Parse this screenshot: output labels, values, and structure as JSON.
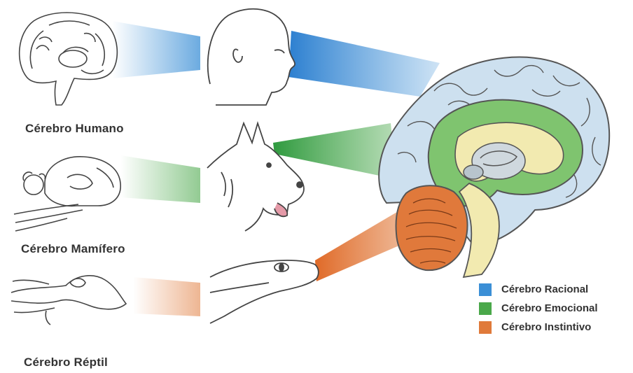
{
  "labels": {
    "human": "Cérebro Humano",
    "mammal": "Cérebro Mamífero",
    "reptile": "Cérebro Réptil"
  },
  "legend": [
    {
      "label": "Cérebro Racional",
      "color": "#3b8fd6"
    },
    {
      "label": "Cérebro Emocional",
      "color": "#4aa84a"
    },
    {
      "label": "Cérebro Instintivo",
      "color": "#e07a3a"
    }
  ],
  "colors": {
    "rational": "#3b8fd6",
    "emotional": "#4aa84a",
    "instinctive": "#e07a3a",
    "inner_yellow": "#f2eab0",
    "outline": "#444444"
  }
}
